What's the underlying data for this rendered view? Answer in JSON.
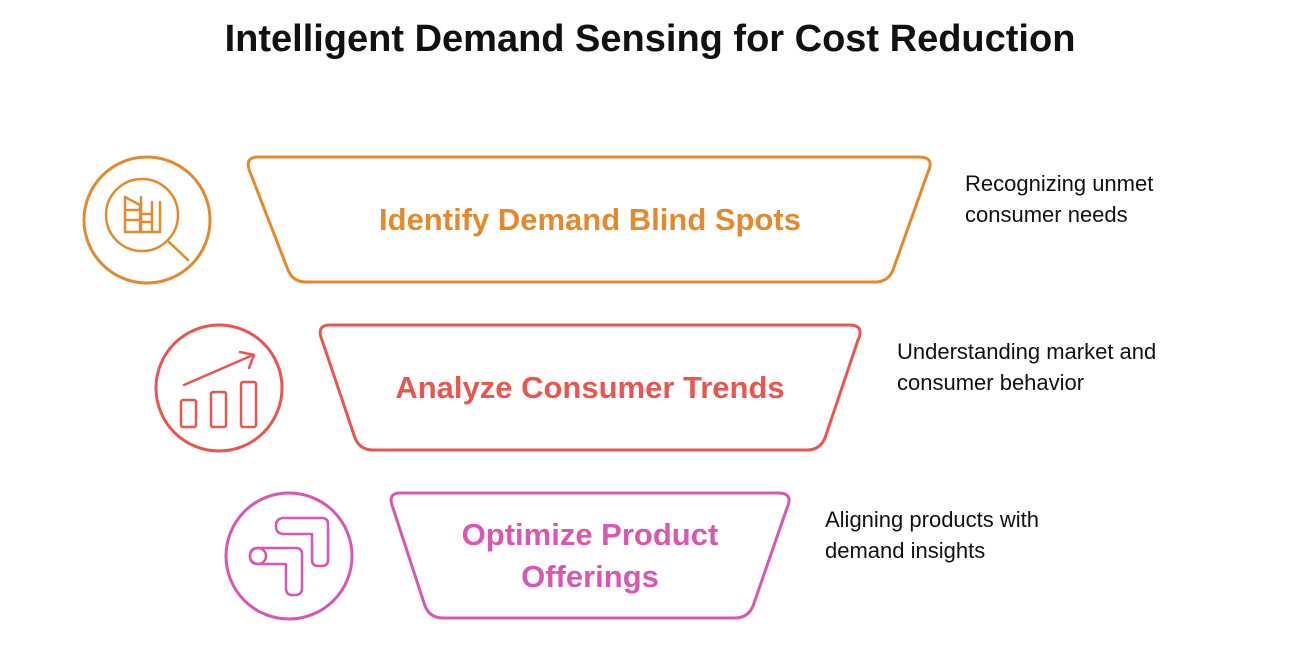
{
  "title": "Intelligent Demand Sensing for Cost Reduction",
  "colors": {
    "step1": "#E38A2F",
    "step2": "#E8574F",
    "step3": "#D957B0"
  },
  "steps": [
    {
      "label": "Identify Demand Blind Spots",
      "description": "Recognizing unmet consumer needs",
      "icon": "magnifier-buildings-icon"
    },
    {
      "label": "Analyze Consumer Trends",
      "description": "Understanding market and consumer behavior",
      "icon": "growth-chart-icon"
    },
    {
      "label": "Optimize Product Offerings",
      "description": "Aligning products with demand insights",
      "icon": "pipes-icon"
    }
  ]
}
